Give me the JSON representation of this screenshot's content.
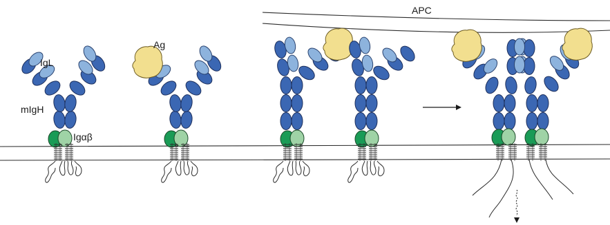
{
  "labels": {
    "apc": "APC",
    "igl": "IgL",
    "ag": "Ag",
    "migh": "mIgH",
    "igab": "Igαβ"
  },
  "colors": {
    "heavy_chain": "#3b67b3",
    "light_chain": "#8db3dd",
    "antigen": "#f2df8f",
    "ig_alpha": "#1a9b56",
    "ig_beta": "#9fd3a6",
    "membrane": "#2b2b2b"
  },
  "icons": {
    "signal_arrow": "arrow-right-icon",
    "downstream_signal": "squiggle-arrow-down-icon"
  }
}
